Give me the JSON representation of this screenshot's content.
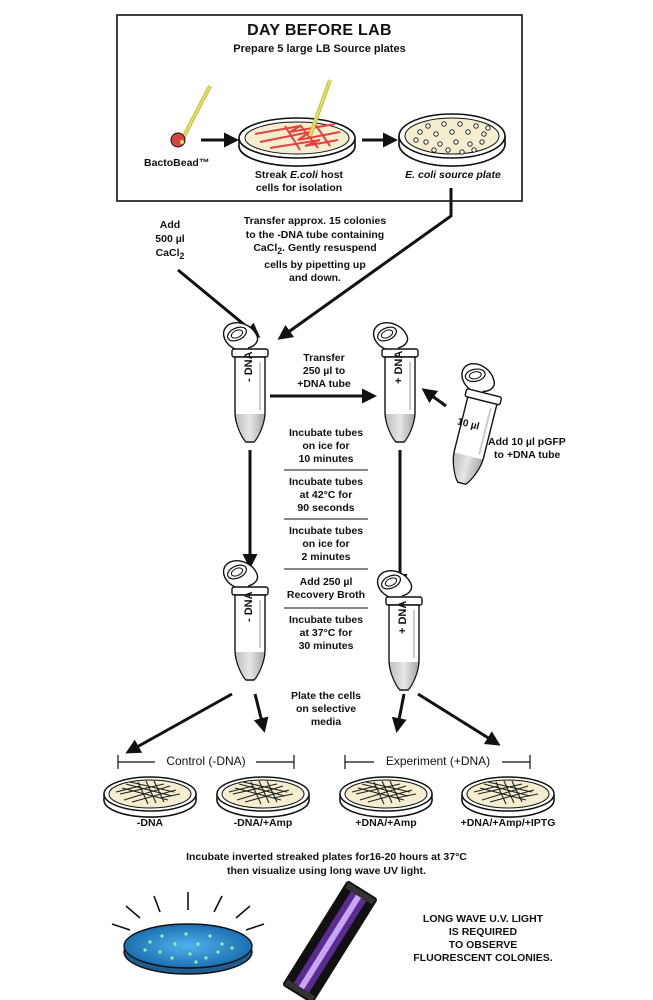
{
  "header": {
    "title": "DAY BEFORE LAB",
    "subtitle": "Prepare 5 large LB Source plates",
    "bactobead_label": "BactoBead™",
    "streak_prefix": "Streak ",
    "streak_organism": "E.coli",
    "streak_suffix": " host",
    "streak_line2": "cells for isolation",
    "source_plate_label": "E. coli source plate"
  },
  "steps": {
    "add_cacl2_l1": "Add",
    "add_cacl2_l2": "500 µl",
    "add_cacl2_l3": "CaCl",
    "add_cacl2_sub": "2",
    "transfer_colonies_l1": "Transfer approx. 15 colonies",
    "transfer_colonies_l2": "to the -DNA tube containing",
    "transfer_colonies_l3a": "CaCl",
    "transfer_colonies_l3sub": "2",
    "transfer_colonies_l3b": ".  Gently resuspend",
    "transfer_colonies_l4": "cells by pipetting up",
    "transfer_colonies_l5": "and down.",
    "transfer_250_l1": "Transfer",
    "transfer_250_l2": "250 µl to",
    "transfer_250_l3": "+DNA tube",
    "add_pgfp_l1": "Add 10 µl pGFP",
    "add_pgfp_l2": "to +DNA tube",
    "pgfp_tube_label": "10 µl",
    "incubate_ice_10_l1": "Incubate tubes",
    "incubate_ice_10_l2": "on ice for",
    "incubate_ice_10_l3": "10 minutes",
    "incubate_42_l1": "Incubate tubes",
    "incubate_42_l2": "at 42°C for",
    "incubate_42_l3": "90 seconds",
    "incubate_ice_2_l1": "Incubate tubes",
    "incubate_ice_2_l2": "on ice for",
    "incubate_ice_2_l3": "2 minutes",
    "recovery_l1": "Add 250 µl",
    "recovery_l2": "Recovery Broth",
    "incubate_37_l1": "Incubate tubes",
    "incubate_37_l2": "at 37°C for",
    "incubate_37_l3": "30 minutes",
    "plate_l1": "Plate the cells",
    "plate_l2": "on selective",
    "plate_l3": "media"
  },
  "tubes": {
    "minus_dna": "- DNA",
    "plus_dna": "+ DNA"
  },
  "groups": {
    "control": "Control (-DNA)",
    "experiment": "Experiment (+DNA)"
  },
  "plates": [
    {
      "label": "-DNA"
    },
    {
      "label": "-DNA/+Amp"
    },
    {
      "label": "+DNA/+Amp"
    },
    {
      "label": "+DNA/+Amp/+IPTG"
    }
  ],
  "footer": {
    "incubate_l1": "Incubate inverted streaked plates for16-20 hours at 37°C",
    "incubate_l2": "then visualize using long wave UV light.",
    "uv_l1": "LONG WAVE U.V. LIGHT",
    "uv_l2": "IS REQUIRED",
    "uv_l3": "TO OBSERVE",
    "uv_l4": "FLUORESCENT COLONIES."
  },
  "colors": {
    "ink": "#111111",
    "streak_red": "#e8423f",
    "plate_cream": "#f3eecf",
    "uv_plate_blue": "#2e8fd0",
    "uv_colonies": "#9ff09a",
    "uv_lamp_purple": "#5a2b91"
  }
}
